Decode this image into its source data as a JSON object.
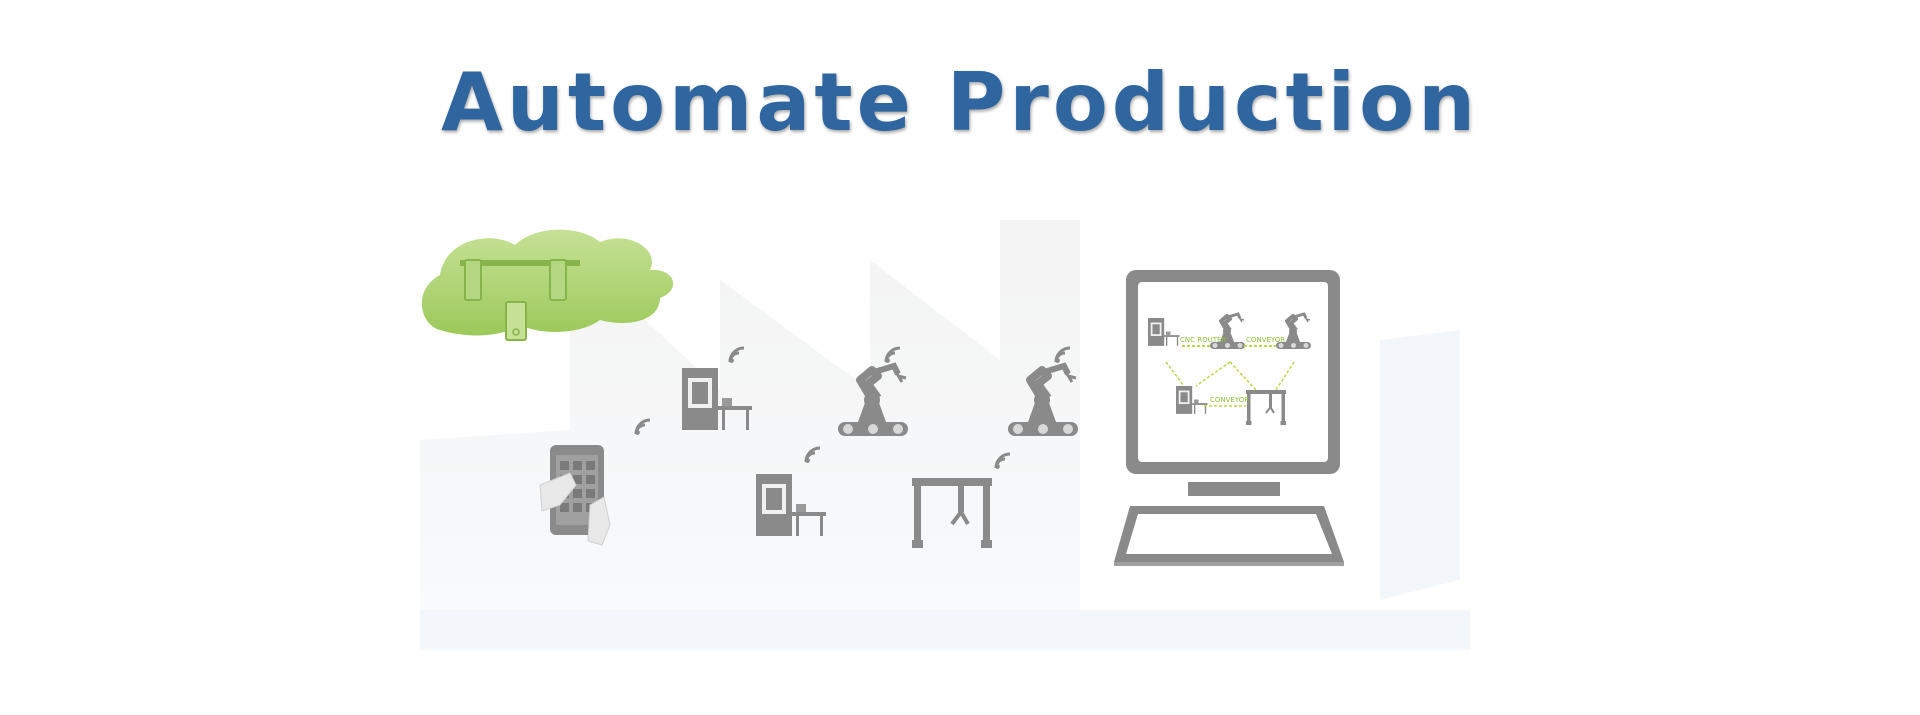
{
  "title": "Automate Production",
  "diagram_labels": {
    "screen_label_1": "CNC ROUTER",
    "screen_label_2": "CONVEYOR",
    "screen_label_3": "CONVEYOR"
  },
  "colors": {
    "title": "#2f66a0",
    "cloud": "#a8cf6a",
    "machine": "#8a8a8a",
    "link": "#b8d84a"
  },
  "icons": [
    "cloud-icon",
    "tablet-icon",
    "machine-icon",
    "robot-arm-icon",
    "gantry-icon",
    "wifi-icon",
    "computer-monitor-icon",
    "keyboard-icon"
  ]
}
